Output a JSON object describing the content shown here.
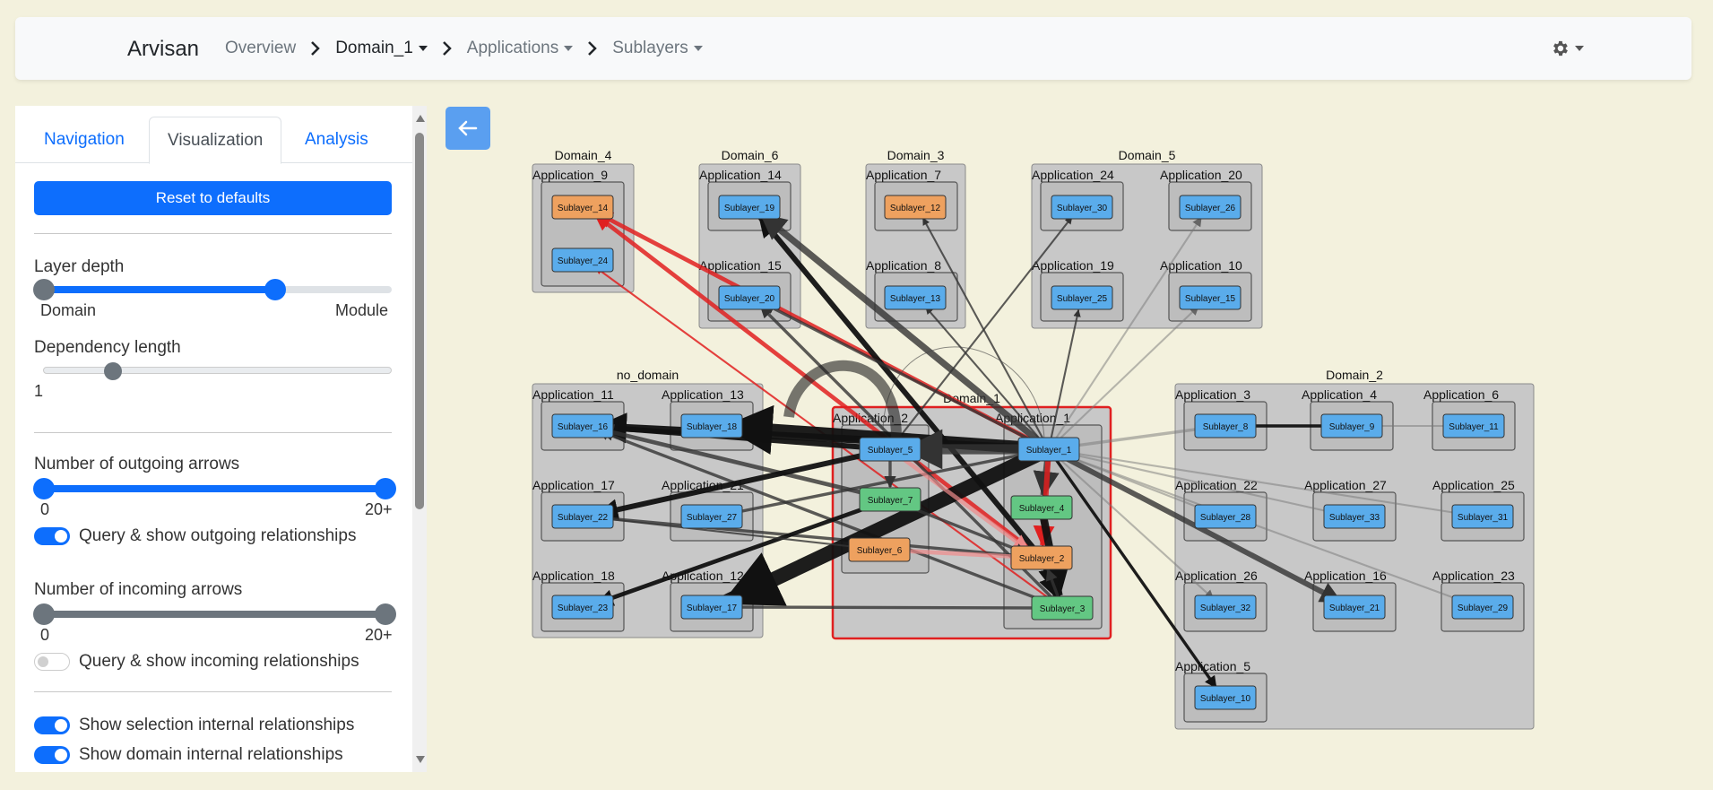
{
  "navbar": {
    "brand": "Arvisan",
    "breadcrumbs": [
      {
        "label": "Overview",
        "has_caret": false
      },
      {
        "label": "Domain_1",
        "has_caret": true
      },
      {
        "label": "Applications",
        "has_caret": true
      },
      {
        "label": "Sublayers",
        "has_caret": true
      }
    ],
    "settings_icon": "gear-icon"
  },
  "panel": {
    "tabs": [
      "Navigation",
      "Visualization",
      "Analysis"
    ],
    "active_tab": "Visualization",
    "reset_label": "Reset to defaults",
    "layer_depth": {
      "label": "Layer depth",
      "min_label": "Domain",
      "max_label": "Module",
      "value_fraction": 0.667
    },
    "dependency_length": {
      "label": "Dependency length",
      "value": "1",
      "value_fraction": 0.2
    },
    "outgoing": {
      "label": "Number of outgoing arrows",
      "min": "0",
      "max": "20+",
      "toggle_label": "Query & show outgoing relationships",
      "toggle_on": true
    },
    "incoming": {
      "label": "Number of incoming arrows",
      "min": "0",
      "max": "20+",
      "toggle_label": "Query & show incoming relationships",
      "toggle_on": false
    },
    "selection_internal": {
      "label": "Show selection internal relationships",
      "on": true
    },
    "domain_internal": {
      "label": "Show domain internal relationships",
      "on": true
    }
  },
  "back_icon": "arrow-left-icon",
  "graph": {
    "colors": {
      "blue": "#5aaceb",
      "orange": "#eea15f",
      "green": "#63c783",
      "group_fill": "#c8c8c8",
      "selected_border": "#e02020"
    },
    "domains": [
      {
        "id": "Domain_4",
        "label": "Domain_4",
        "apps": [
          {
            "label": "Application_9",
            "layers": [
              {
                "id": "s14",
                "label": "Sublayer_14",
                "color": "orange"
              },
              {
                "id": "s24",
                "label": "Sublayer_24",
                "color": "blue"
              }
            ]
          }
        ]
      },
      {
        "id": "Domain_6",
        "label": "Domain_6",
        "apps": [
          {
            "label": "Application_14",
            "layers": [
              {
                "id": "s19",
                "label": "Sublayer_19",
                "color": "blue"
              }
            ]
          },
          {
            "label": "Application_15",
            "layers": [
              {
                "id": "s20",
                "label": "Sublayer_20",
                "color": "blue"
              }
            ]
          }
        ]
      },
      {
        "id": "Domain_3",
        "label": "Domain_3",
        "apps": [
          {
            "label": "Application_7",
            "layers": [
              {
                "id": "s12",
                "label": "Sublayer_12",
                "color": "orange"
              }
            ]
          },
          {
            "label": "Application_8",
            "layers": [
              {
                "id": "s13",
                "label": "Sublayer_13",
                "color": "blue"
              }
            ]
          }
        ]
      },
      {
        "id": "Domain_5",
        "label": "Domain_5",
        "apps": [
          {
            "label": "Application_24",
            "layers": [
              {
                "id": "s30",
                "label": "Sublayer_30",
                "color": "blue"
              }
            ]
          },
          {
            "label": "Application_20",
            "layers": [
              {
                "id": "s26",
                "label": "Sublayer_26",
                "color": "blue"
              }
            ]
          },
          {
            "label": "Application_19",
            "layers": [
              {
                "id": "s25",
                "label": "Sublayer_25",
                "color": "blue"
              }
            ]
          },
          {
            "label": "Application_10",
            "layers": [
              {
                "id": "s15",
                "label": "Sublayer_15",
                "color": "blue"
              }
            ]
          }
        ]
      },
      {
        "id": "no_domain",
        "label": "no_domain",
        "apps": [
          {
            "label": "Application_11",
            "layers": [
              {
                "id": "s16",
                "label": "Sublayer_16",
                "color": "blue"
              }
            ]
          },
          {
            "label": "Application_13",
            "layers": [
              {
                "id": "s18",
                "label": "Sublayer_18",
                "color": "blue"
              }
            ]
          },
          {
            "label": "Application_17",
            "layers": [
              {
                "id": "s22",
                "label": "Sublayer_22",
                "color": "blue"
              }
            ]
          },
          {
            "label": "Application_21",
            "layers": [
              {
                "id": "s27",
                "label": "Sublayer_27",
                "color": "blue"
              }
            ]
          },
          {
            "label": "Application_18",
            "layers": [
              {
                "id": "s23",
                "label": "Sublayer_23",
                "color": "blue"
              }
            ]
          },
          {
            "label": "Application_12",
            "layers": [
              {
                "id": "s17",
                "label": "Sublayer_17",
                "color": "blue"
              }
            ]
          }
        ]
      },
      {
        "id": "Domain_1",
        "label": "Domain_1",
        "selected": true,
        "apps": [
          {
            "label": "Application_2",
            "layers": [
              {
                "id": "s5",
                "label": "Sublayer_5",
                "color": "blue"
              },
              {
                "id": "s7",
                "label": "Sublayer_7",
                "color": "green"
              },
              {
                "id": "s6",
                "label": "Sublayer_6",
                "color": "orange"
              }
            ]
          },
          {
            "label": "Application_1",
            "layers": [
              {
                "id": "s1",
                "label": "Sublayer_1",
                "color": "blue"
              },
              {
                "id": "s4",
                "label": "Sublayer_4",
                "color": "green"
              },
              {
                "id": "s2",
                "label": "Sublayer_2",
                "color": "orange"
              },
              {
                "id": "s3",
                "label": "Sublayer_3",
                "color": "green"
              }
            ]
          }
        ]
      },
      {
        "id": "Domain_2",
        "label": "Domain_2",
        "apps": [
          {
            "label": "Application_3",
            "layers": [
              {
                "id": "s8",
                "label": "Sublayer_8",
                "color": "blue"
              }
            ]
          },
          {
            "label": "Application_4",
            "layers": [
              {
                "id": "s9",
                "label": "Sublayer_9",
                "color": "blue"
              }
            ]
          },
          {
            "label": "Application_6",
            "layers": [
              {
                "id": "s11",
                "label": "Sublayer_11",
                "color": "blue"
              }
            ]
          },
          {
            "label": "Application_22",
            "layers": [
              {
                "id": "s28",
                "label": "Sublayer_28",
                "color": "blue"
              }
            ]
          },
          {
            "label": "Application_27",
            "layers": [
              {
                "id": "s33",
                "label": "Sublayer_33",
                "color": "blue"
              }
            ]
          },
          {
            "label": "Application_25",
            "layers": [
              {
                "id": "s31",
                "label": "Sublayer_31",
                "color": "blue"
              }
            ]
          },
          {
            "label": "Application_26",
            "layers": [
              {
                "id": "s32",
                "label": "Sublayer_32",
                "color": "blue"
              }
            ]
          },
          {
            "label": "Application_16",
            "layers": [
              {
                "id": "s21",
                "label": "Sublayer_21",
                "color": "blue"
              }
            ]
          },
          {
            "label": "Application_23",
            "layers": [
              {
                "id": "s29",
                "label": "Sublayer_29",
                "color": "blue"
              }
            ]
          },
          {
            "label": "Application_5",
            "layers": [
              {
                "id": "s10",
                "label": "Sublayer_10",
                "color": "blue"
              }
            ]
          }
        ]
      }
    ],
    "edges": [
      {
        "from": "s1",
        "to": "s14",
        "weight": 3,
        "color": "red"
      },
      {
        "from": "s2",
        "to": "s14",
        "weight": 3,
        "color": "red"
      },
      {
        "from": "s3",
        "to": "s24",
        "weight": 1,
        "color": "red"
      },
      {
        "from": "s2",
        "to": "s19",
        "weight": 4,
        "color": "black"
      },
      {
        "from": "s1",
        "to": "s19",
        "weight": 5,
        "color": "dark"
      },
      {
        "from": "s1",
        "to": "s20",
        "weight": 2,
        "color": "dark"
      },
      {
        "from": "s3",
        "to": "s20",
        "weight": 2,
        "color": "dark"
      },
      {
        "from": "s1",
        "to": "s12",
        "weight": 1,
        "color": "dark"
      },
      {
        "from": "s1",
        "to": "s13",
        "weight": 1,
        "color": "dark"
      },
      {
        "from": "s5",
        "to": "s30",
        "weight": 1,
        "color": "dark"
      },
      {
        "from": "s1",
        "to": "s25",
        "weight": 1,
        "color": "dark"
      },
      {
        "from": "s1",
        "to": "s26",
        "weight": 1,
        "color": "grey"
      },
      {
        "from": "s1",
        "to": "s15",
        "weight": 1,
        "color": "grey"
      },
      {
        "from": "s1",
        "to": "s18",
        "weight": 10,
        "color": "black"
      },
      {
        "from": "s1",
        "to": "s16",
        "weight": 6,
        "color": "black"
      },
      {
        "from": "s5",
        "to": "s16",
        "weight": 4,
        "color": "black"
      },
      {
        "from": "s7",
        "to": "s16",
        "weight": 3,
        "color": "dark"
      },
      {
        "from": "s3",
        "to": "s16",
        "weight": 2,
        "color": "dark"
      },
      {
        "from": "s5",
        "to": "s22",
        "weight": 4,
        "color": "black"
      },
      {
        "from": "s2",
        "to": "s22",
        "weight": 2,
        "color": "dark"
      },
      {
        "from": "s1",
        "to": "s27",
        "weight": 2,
        "color": "dark"
      },
      {
        "from": "s7",
        "to": "s23",
        "weight": 3,
        "color": "black"
      },
      {
        "from": "s1",
        "to": "s17",
        "weight": 12,
        "color": "black"
      },
      {
        "from": "s3",
        "to": "s17",
        "weight": 2,
        "color": "dark"
      },
      {
        "from": "s1",
        "to": "s8",
        "weight": 2,
        "color": "grey"
      },
      {
        "from": "s8",
        "to": "s9",
        "weight": 2,
        "color": "black"
      },
      {
        "from": "s9",
        "to": "s11",
        "weight": 1,
        "color": "grey"
      },
      {
        "from": "s1",
        "to": "s28",
        "weight": 1,
        "color": "grey"
      },
      {
        "from": "s1",
        "to": "s33",
        "weight": 1,
        "color": "grey"
      },
      {
        "from": "s1",
        "to": "s31",
        "weight": 1,
        "color": "grey"
      },
      {
        "from": "s1",
        "to": "s21",
        "weight": 4,
        "color": "dark"
      },
      {
        "from": "s1",
        "to": "s29",
        "weight": 1,
        "color": "grey"
      },
      {
        "from": "s1",
        "to": "s32",
        "weight": 1,
        "color": "grey"
      },
      {
        "from": "s1",
        "to": "s10",
        "weight": 2,
        "color": "black"
      },
      {
        "from": "s1",
        "to": "s5",
        "weight": 8,
        "color": "dark"
      },
      {
        "from": "s1",
        "to": "s4",
        "weight": 5,
        "color": "dark"
      },
      {
        "from": "s1",
        "to": "s2",
        "weight": 4,
        "color": "red"
      },
      {
        "from": "s4",
        "to": "s3",
        "weight": 6,
        "color": "black"
      },
      {
        "from": "s2",
        "to": "s3",
        "weight": 4,
        "color": "black"
      },
      {
        "from": "s5",
        "to": "s7",
        "weight": 2,
        "color": "dark"
      },
      {
        "from": "s5",
        "to": "s2",
        "weight": 3,
        "color": "pink"
      },
      {
        "from": "s7",
        "to": "s2",
        "weight": 2,
        "color": "dark"
      },
      {
        "from": "s6",
        "to": "s2",
        "weight": 3,
        "color": "pink"
      },
      {
        "from": "s3",
        "to": "s2",
        "weight": 2,
        "color": "dark"
      },
      {
        "from": "s6",
        "to": "s22",
        "weight": 1,
        "color": "dark"
      }
    ]
  }
}
